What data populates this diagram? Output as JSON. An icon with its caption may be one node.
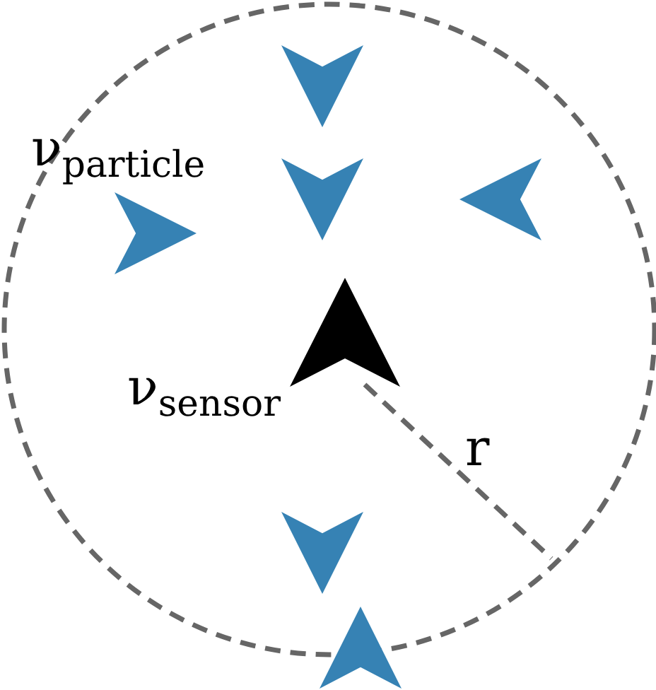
{
  "diagram": {
    "labels": [
      "ν$_{particle}$",
      "ν$_{sensor}$",
      "r"
    ]
  }
}
